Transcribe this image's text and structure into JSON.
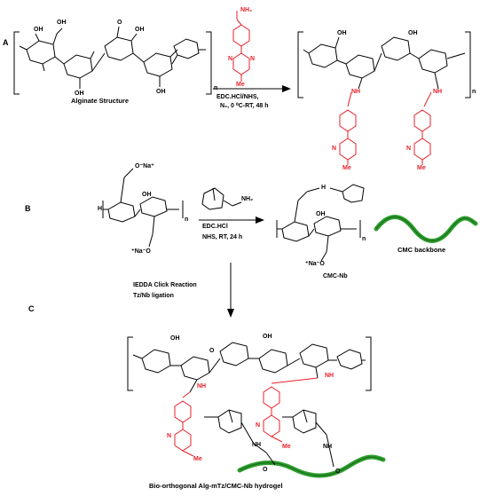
{
  "panels": {
    "a": "A",
    "b": "B",
    "c": "C"
  },
  "panel_a": {
    "caption": "Alginate Structure",
    "reagent_top": "EDC.HCl/NHS,",
    "reagent_bottom": "N₂, 0 ⁰C-RT, 48 h",
    "repeat_index": "n",
    "labels": {
      "amine": "NH₂",
      "nh": "NH",
      "me": "Me",
      "oh": "OH",
      "o": "O",
      "n": "N"
    }
  },
  "panel_b": {
    "reagent_top": "EDC.HCl",
    "reagent_bottom": "NHS, RT, 24 h",
    "sodium_top": "O⁻Na⁺",
    "sodium_bottom": "⁺Na⁻O",
    "norbornene_amine": "NH₂",
    "product_label": "CMC-Nb",
    "backbone_label": "CMC backbone",
    "labels": {
      "h": "H",
      "oh": "OH",
      "o": "O",
      "n": "n"
    }
  },
  "transition": {
    "line1": "IEDDA Click Reaction",
    "line2": "Tz/Nb ligation"
  },
  "panel_c": {
    "caption": "Bio-orthogonal Alg-mTz/CMC-Nb hydrogel",
    "labels": {
      "nh": "NH",
      "n": "N",
      "me": "Me",
      "oh": "OH",
      "o": "O"
    }
  },
  "colors": {
    "ink": "#000000",
    "highlight": "#e8202a",
    "backbone": "#2e9e2e",
    "backbone_dark": "#1b6e1b"
  }
}
